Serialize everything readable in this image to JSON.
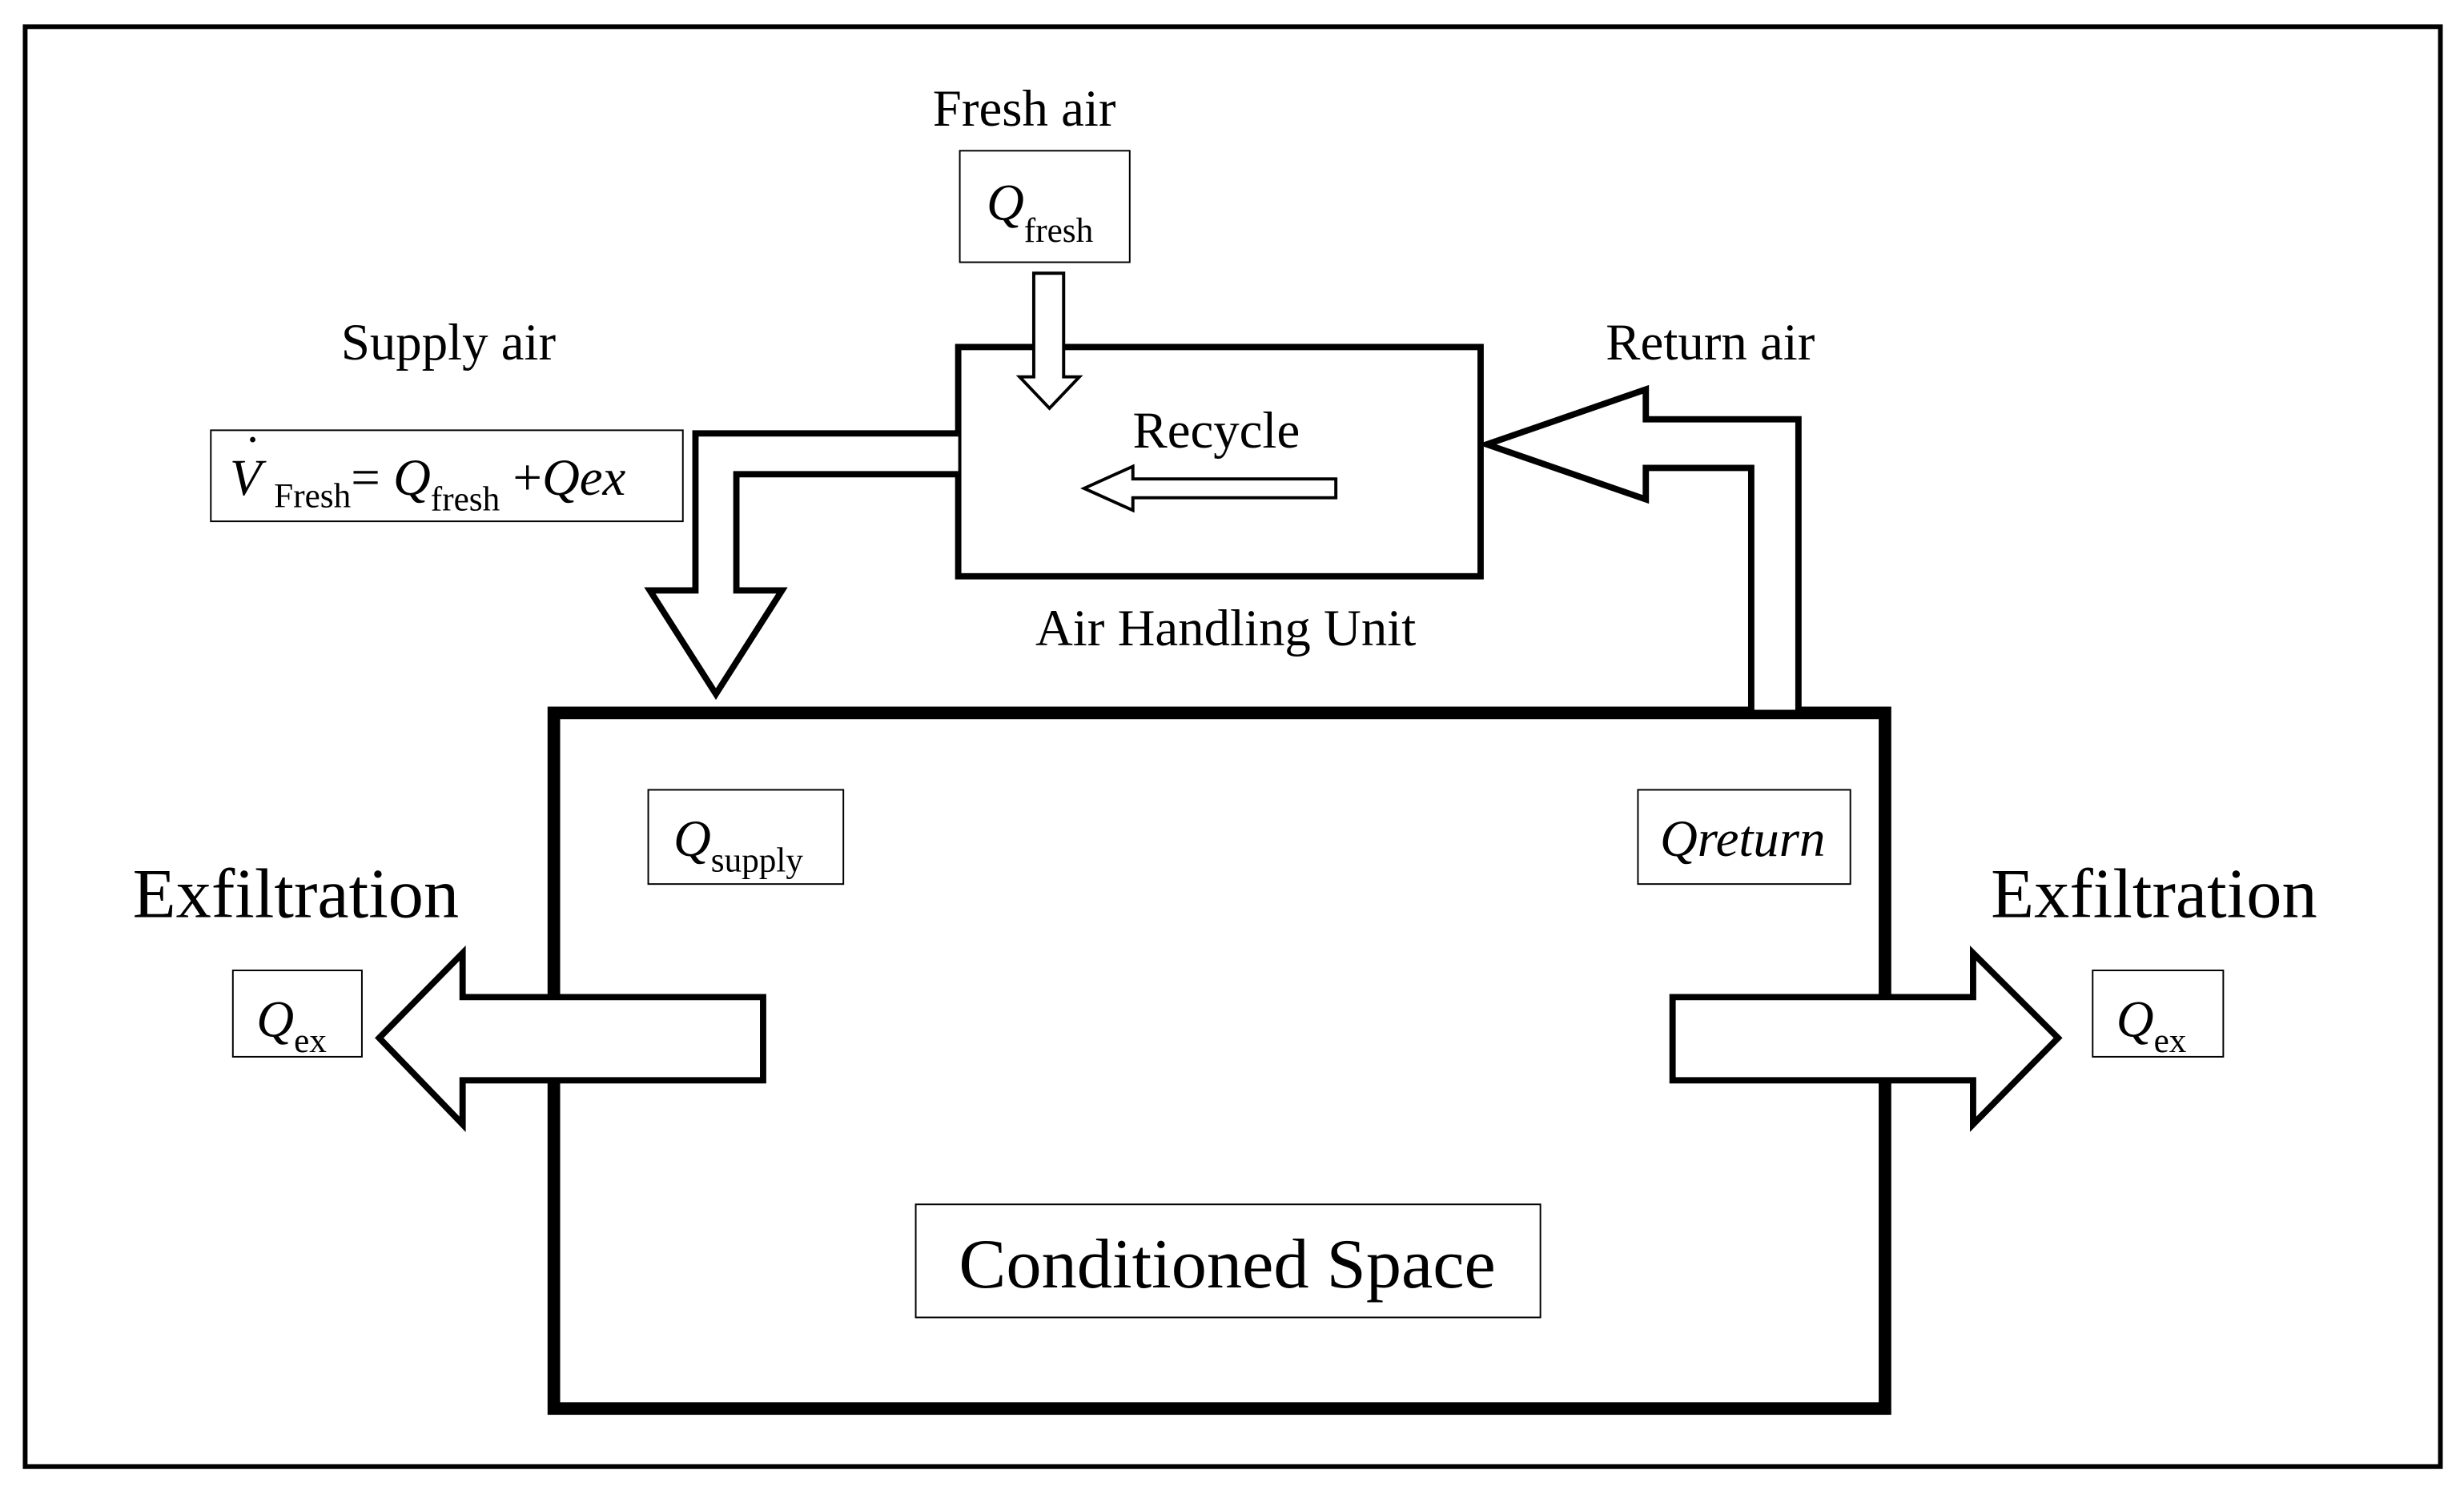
{
  "labels": {
    "fresh_air": "Fresh air",
    "supply_air": "Supply air",
    "return_air": "Return air",
    "recycle": "Recycle",
    "air_handling_unit": "Air Handling Unit",
    "exfiltration_left": "Exfiltration",
    "exfiltration_right": "Exfiltration",
    "conditioned_space": "Conditioned Space"
  },
  "formulas": {
    "q_fresh": {
      "symbol": "Q",
      "sub": "fresh"
    },
    "v_fresh": {
      "symbol": "V",
      "dot": "˙",
      "sub": "Fresh",
      "eq": "= ",
      "q": "Q",
      "q_sub": "fresh",
      "plus": " +",
      "q2": "Q",
      "q2_sub": "ex"
    },
    "q_supply": {
      "symbol": "Q",
      "sub": "supply"
    },
    "q_return": {
      "symbol": "Q",
      "sub": "return"
    },
    "q_ex_left": {
      "symbol": "Q",
      "sub": "ex"
    },
    "q_ex_right": {
      "symbol": "Q",
      "sub": "ex"
    }
  }
}
